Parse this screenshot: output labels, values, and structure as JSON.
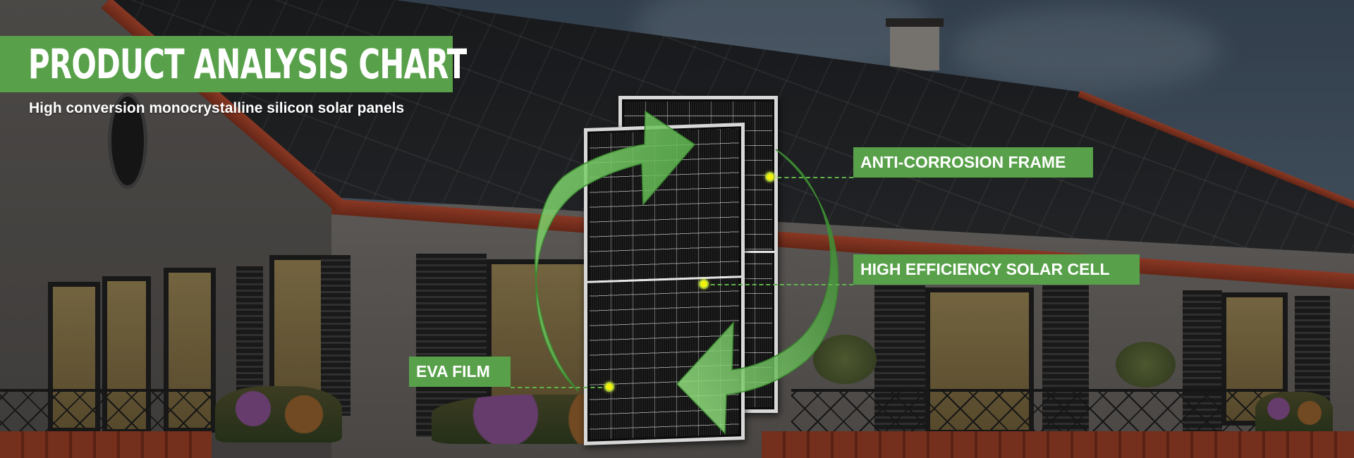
{
  "header": {
    "title": "PRODUCT ANALYSIS CHART",
    "subtitle": "High conversion monocrystalline silicon solar panels"
  },
  "callouts": [
    {
      "id": "anti-corrosion-frame",
      "label": "ANTI-CORROSION FRAME"
    },
    {
      "id": "high-efficiency-solar-cell",
      "label": "HIGH EFFICIENCY SOLAR CELL"
    },
    {
      "id": "eva-film",
      "label": "EVA FILM"
    }
  ],
  "graphic": {
    "subject": "two monocrystalline solar panels with circular green arrows",
    "icon": "recycle-arrows-icon"
  },
  "colors": {
    "label_green": "#58a14a",
    "arrow_green": "#6cc05a",
    "dot_yellow": "#f2f20e",
    "text": "#ffffff"
  }
}
